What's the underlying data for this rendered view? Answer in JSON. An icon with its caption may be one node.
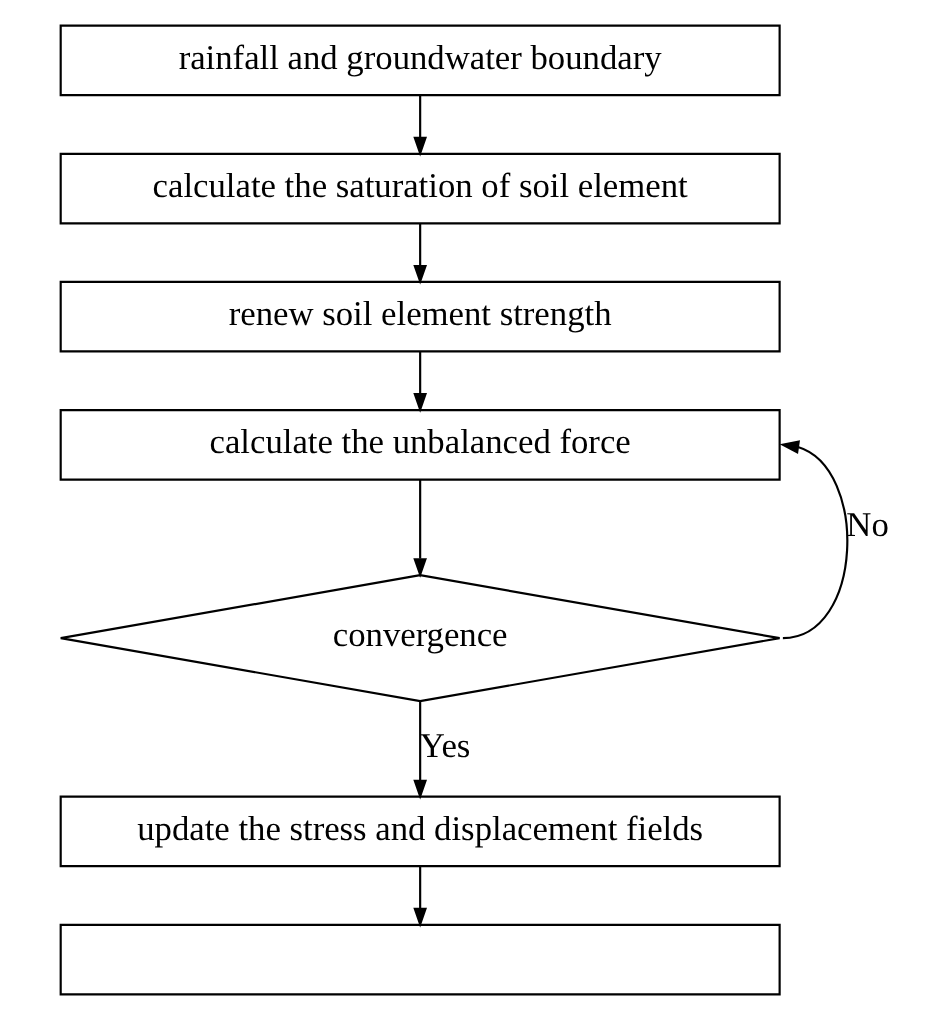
{
  "diagram": {
    "nodes": [
      {
        "text": [
          "rainfall and groundwater boundary"
        ]
      },
      {
        "text": [
          "calculate the saturation of soil element"
        ]
      },
      {
        "text": [
          "renew soil element strength"
        ]
      },
      {
        "text": [
          "calculate the unbalanced force"
        ]
      },
      {
        "text": [
          "convergence"
        ]
      },
      {
        "text": [
          "update the stress and displacement fields"
        ]
      },
      {
        "text": [],
        "shape": "box"
      }
    ],
    "edges": [
      {
        "from": 0,
        "to": 1,
        "arrow": "to"
      },
      {
        "from": 1,
        "to": 2,
        "arrow": "to"
      },
      {
        "from": 2,
        "to": 3,
        "arrow": "to"
      },
      {
        "from": 3,
        "to": 4,
        "arrow": "to"
      },
      {
        "from": 4,
        "to": 3,
        "arrow": "to",
        "label": "No"
      },
      {
        "from": 4,
        "to": 5,
        "arrow": "to",
        "label": "Yes"
      },
      {
        "from": 5,
        "to": 6,
        "arrow": "to"
      }
    ]
  }
}
